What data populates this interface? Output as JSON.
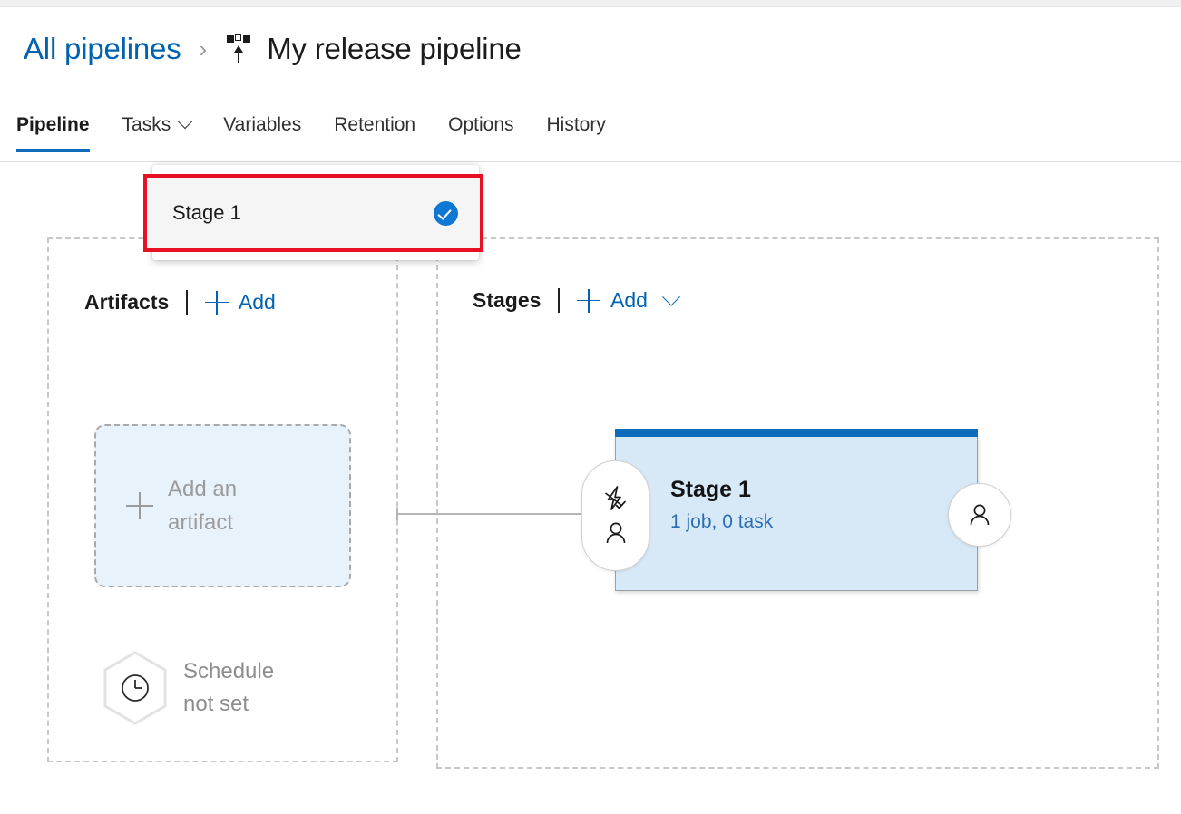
{
  "header": {
    "breadcrumb_link": "All pipelines",
    "breadcrumb_separator": "›",
    "pipeline_icon": "release-pipeline-icon",
    "title": "My release pipeline"
  },
  "tabs": [
    {
      "label": "Pipeline",
      "active": true,
      "has_chevron": false
    },
    {
      "label": "Tasks",
      "active": false,
      "has_chevron": true
    },
    {
      "label": "Variables",
      "active": false,
      "has_chevron": false
    },
    {
      "label": "Retention",
      "active": false,
      "has_chevron": false
    },
    {
      "label": "Options",
      "active": false,
      "has_chevron": false
    },
    {
      "label": "History",
      "active": false,
      "has_chevron": false
    }
  ],
  "tasks_dropdown": {
    "highlighted": true,
    "highlight_color": "#e81123",
    "items": [
      {
        "label": "Stage 1",
        "selected": true,
        "check_icon": "check-circle-icon"
      }
    ]
  },
  "artifacts": {
    "heading": "Artifacts",
    "add_label": "Add",
    "add_icon": "plus-icon",
    "tile": {
      "icon": "plus-icon",
      "line1": "Add an",
      "line2": "artifact"
    },
    "schedule": {
      "icon": "clock-hexagon-icon",
      "line1": "Schedule",
      "line2": "not set"
    }
  },
  "stages": {
    "heading": "Stages",
    "add_label": "Add",
    "add_icon": "plus-icon",
    "add_chevron": "chevron-down-icon",
    "cards": [
      {
        "name": "Stage 1",
        "meta": "1 job, 0 task",
        "accent_color": "#0f6cbd",
        "background": "#d7e8f7",
        "pre_deploy_icons": [
          "lightning-check-icon",
          "person-icon"
        ],
        "post_deploy_icons": [
          "person-icon"
        ]
      }
    ]
  },
  "colors": {
    "link": "#0063b1",
    "accent": "#0f6cbd",
    "highlight": "#e81123",
    "muted": "#9b9b9b"
  }
}
